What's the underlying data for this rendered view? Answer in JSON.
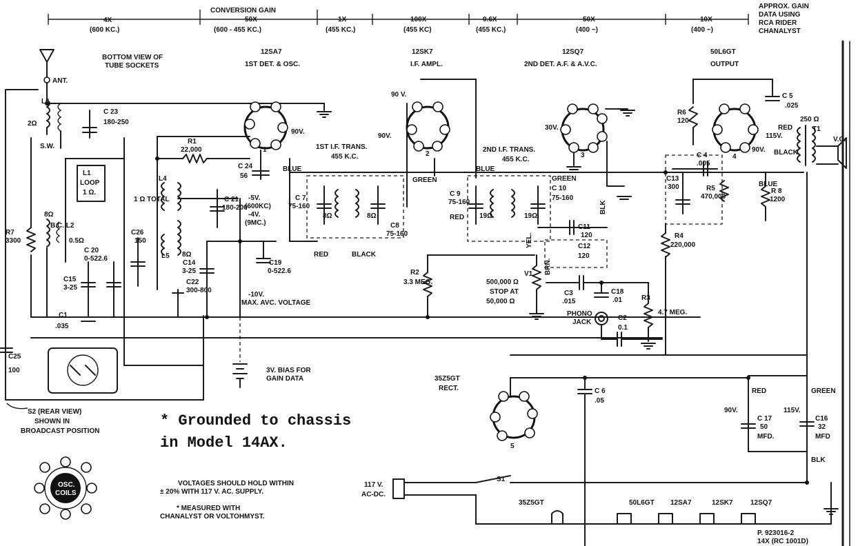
{
  "gain_scale": {
    "labels": [
      "4X",
      "CONVERSION GAIN",
      "50X",
      "1X",
      "100X",
      "0.6X",
      "50X",
      "10X"
    ],
    "sublabels": [
      "(600 KC.)",
      "(600 - 455 KC.)",
      "(455 KC.)",
      "(455 KC)",
      "(455 KC.)",
      "(400 ~)",
      "(400 ~)"
    ],
    "note": [
      "APPROX. GAIN",
      "DATA USING",
      "RCA RIDER",
      "CHANALYST"
    ]
  },
  "antenna": {
    "label": "ANT."
  },
  "socket_note": [
    "BOTTOM VIEW OF",
    "TUBE SOCKETS"
  ],
  "tubes": [
    {
      "type": "12SA7",
      "function": "1ST DET. & OSC.",
      "number": "1"
    },
    {
      "type": "12SK7",
      "function": "I.F. AMPL.",
      "number": "2"
    },
    {
      "type": "12SQ7",
      "function": "2ND DET. A.F. & A.V.C.",
      "number": "3"
    },
    {
      "type": "50L6GT",
      "function": "OUTPUT",
      "number": "4"
    },
    {
      "type": "35Z5GT",
      "function": "RECT.",
      "number": "5"
    }
  ],
  "components": {
    "L6": "L6",
    "C23": "C 23",
    "C23_val": "180-250",
    "L1": "L1",
    "L1_a": "LOOP",
    "L1_b": "1 Ω.",
    "R1": "R1",
    "R1_val": "22,000",
    "C24": "C 24",
    "C24_val": "56",
    "L4": "L4",
    "L5": "L5",
    "L4_note": "1 Ω TOTAL",
    "C21": "C 21",
    "C21_val": "180-200",
    "C26": "C26",
    "C26_val": "150",
    "C14": "C14",
    "C14_val": "3-25",
    "C19": "C19",
    "C19_val": "0-522.6",
    "C22": "C22",
    "C22_val": "300-800",
    "R7": "R7",
    "R7_val": "3300",
    "L2": "B.C. L2",
    "C15": "C15",
    "C15_val": "3-25",
    "C20": "C 20",
    "C20_val": "0-522.6",
    "C1": "C1",
    "C1_val": ".035",
    "C25": "C25",
    "C25_val": "100",
    "C7": "C 7",
    "C7_val": "75-160",
    "C8": "C8",
    "C8_val": "75-160",
    "C9": "C 9",
    "C9_val": "75-160",
    "C10": "C 10",
    "C10_val": "75-160",
    "C11": "C11",
    "C11_val": "120",
    "C12": "C12",
    "C12_val": "120",
    "R2": "R2",
    "R2_val": "3.3 MEG.",
    "V1": "V1",
    "V1_val": "500,000 Ω",
    "V1_note_a": "STOP AT",
    "V1_note_b": "50,000 Ω",
    "C3": "C3",
    "C3_val": ".015",
    "C18": "C18",
    "C18_val": ".01",
    "C2": "C2",
    "C2_val": "0.1",
    "R3": "R3",
    "R3_val": "4.7 MEG.",
    "R4": "R4",
    "R4_val": "220,000",
    "R6": "R6",
    "R6_val": "120",
    "C5": "C 5",
    "C5_val": ".025",
    "C4": "C 4",
    "C4_val": ".005",
    "C13": "C13",
    "C13_val": "300",
    "R5": "R5",
    "R5_val": "470,000",
    "R8": "R 8",
    "R8_val": "1200",
    "T1": "T1",
    "T1_val": "250 Ω",
    "C6": "C 6",
    "C6_val": ".05",
    "C17": "C 17",
    "C17_val": "50",
    "C17_unit": "MFD.",
    "C16": "C16",
    "C16_val": "32",
    "C16_unit": "MFD",
    "S1": "S1",
    "S2": "S2 (REAR VIEW)",
    "phono": [
      "PHONO",
      "JACK"
    ],
    "vc": "V.C.",
    "trans1": [
      "1ST I.F. TRANS.",
      "455 K.C."
    ],
    "trans2": [
      "2ND I.F. TRANS.",
      "455 K.C."
    ]
  },
  "voltages": {
    "v90a": "90V.",
    "v90b": "90 V.",
    "v90c": "90V.",
    "v30": "30V.",
    "v115": "115V.",
    "v90d": "90V.",
    "v115b": "115V.",
    "osc_bias": [
      "-5V.",
      "(600KC)",
      "-4V.",
      "(9MC.)"
    ],
    "avc": [
      "-10V.",
      "MAX. AVC. VOLTAGE"
    ],
    "bias": [
      "3V. BIAS FOR",
      "GAIN DATA"
    ]
  },
  "wire_colors": [
    "BLUE",
    "GREEN",
    "RED",
    "BLACK",
    "YEL.",
    "BRN.",
    "BLK",
    "BLK"
  ],
  "notes": {
    "grounded": [
      "* Grounded to chassis",
      "in Model 14AX."
    ],
    "s2_caption": [
      "SHOWN IN",
      "BROADCAST POSITION"
    ],
    "voltages_hold": [
      "VOLTAGES SHOULD HOLD WITHIN",
      "± 20% WITH 117 V. AC. SUPPLY."
    ],
    "measured": [
      "* MEASURED WITH",
      "CHANALYST OR VOLTOHMYST."
    ],
    "osc_coils": [
      "OSC.",
      "COILS"
    ],
    "supply": [
      "117 V.",
      "AC-DC."
    ],
    "heater_chain": [
      "35Z5GT",
      "50L6GT",
      "12SA7",
      "12SK7",
      "12SQ7"
    ],
    "part_no": [
      "P. 923016-2",
      "14X (RC 1001D)"
    ]
  }
}
